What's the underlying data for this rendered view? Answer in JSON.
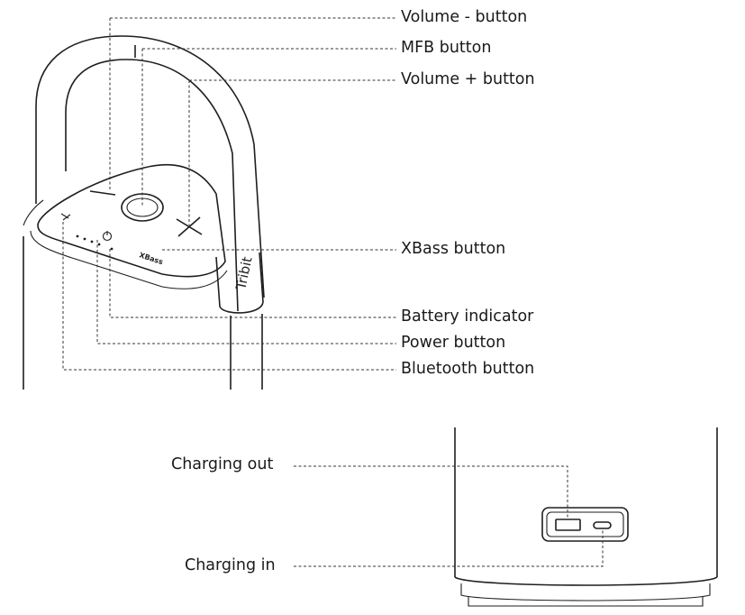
{
  "top_labels": {
    "volume_minus": "Volume - button",
    "mfb": "MFB button",
    "volume_plus": "Volume + button",
    "xbass": "XBass button",
    "battery": "Battery indicator",
    "power": "Power button",
    "bluetooth": "Bluetooth button"
  },
  "bottom_labels": {
    "charging_out": "Charging out",
    "charging_in": "Charging in"
  },
  "product": {
    "brand_text": "Tribit",
    "xbass_text": "XBass"
  }
}
